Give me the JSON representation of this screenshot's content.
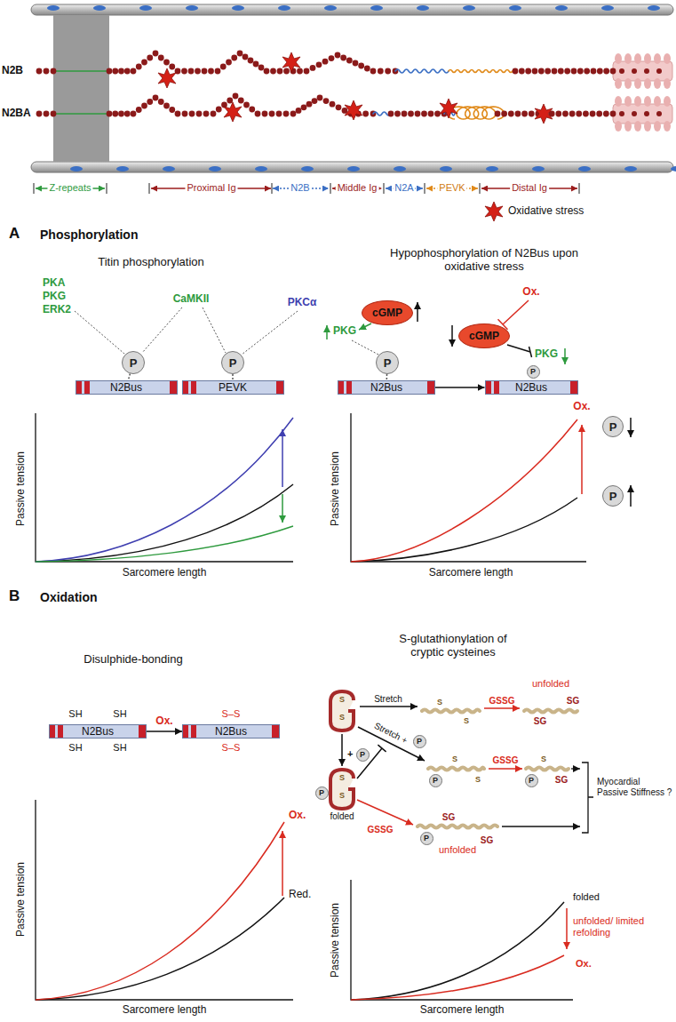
{
  "diagram": {
    "nodes": [
      {
        "text": [
          "P"
        ]
      },
      {
        "text": [
          "P"
        ]
      },
      {
        "text": [
          "N2Bus"
        ]
      },
      {
        "text": [
          "PEVK"
        ]
      },
      {
        "text": [
          "cGMP"
        ]
      },
      {
        "text": [
          "cGMP"
        ]
      },
      {
        "text": [
          "P"
        ]
      },
      {
        "text": [
          "N2Bus"
        ]
      },
      {
        "text": [
          "P"
        ]
      },
      {
        "text": [
          "N2Bus"
        ]
      },
      {
        "text": [
          "P"
        ]
      },
      {
        "text": [
          "P"
        ]
      },
      {
        "text": [
          "N2Bus"
        ]
      },
      {
        "text": [
          "N2Bus"
        ]
      },
      {
        "text": [
          "P"
        ]
      },
      {
        "text": [
          "P"
        ]
      },
      {
        "text": [
          "P"
        ]
      },
      {
        "text": [
          "P"
        ]
      },
      {
        "text": [
          "P"
        ]
      },
      {
        "text": [
          "P"
        ]
      }
    ],
    "edges": [
      {
        "from": 0,
        "to": 2,
        "arrow": "none"
      },
      {
        "from": 1,
        "to": 3,
        "arrow": "none"
      },
      {
        "from": 6,
        "to": 7,
        "arrow": "none"
      },
      {
        "from": 7,
        "to": 9,
        "arrow": "to"
      },
      {
        "from": 12,
        "to": 13,
        "arrow": "to",
        "label": "Ox."
      }
    ],
    "labels": [
      "N2B",
      "N2BA",
      "Z-repeats",
      "Proximal Ig",
      "N2B",
      "Middle Ig",
      "N2A",
      "PEVK",
      "Distal Ig",
      "A",
      "Phosphorylation",
      "Titin phosphorylation",
      "PKA",
      "PKG",
      "ERK2",
      "CaMKII",
      "PKCα",
      "Passive tension",
      "Sarcomere length",
      "Hypophosphorylation of N2Bus upon oxidative stress",
      "Ox.",
      "PKG",
      "PKG",
      "Passive tension",
      "Sarcomere length",
      "Ox.",
      "B",
      "Oxidation",
      "Disulphide-bonding",
      "SH",
      "SH",
      "SH",
      "SH",
      "S–S",
      "S–S",
      "Passive tension",
      "Sarcomere length",
      "Ox.",
      "Red.",
      "S-glutathionylation of cryptic cysteines",
      "unfolded",
      "Stretch",
      "GSSG",
      "Stretch +",
      "GSSG",
      "GSSG",
      "SG",
      "SG",
      "SG",
      "SG",
      "SG",
      "folded",
      "unfolded",
      "Myocardial Passive Stiffness ?",
      "Passive tension",
      "Sarcomere length",
      "folded",
      "unfolded/ limited refolding",
      "Ox.",
      "+",
      "S",
      "S",
      "S",
      "S",
      "S",
      "S",
      "S",
      "S",
      "S"
    ],
    "legend": [
      {
        "text": "Oxidative stress"
      }
    ]
  }
}
